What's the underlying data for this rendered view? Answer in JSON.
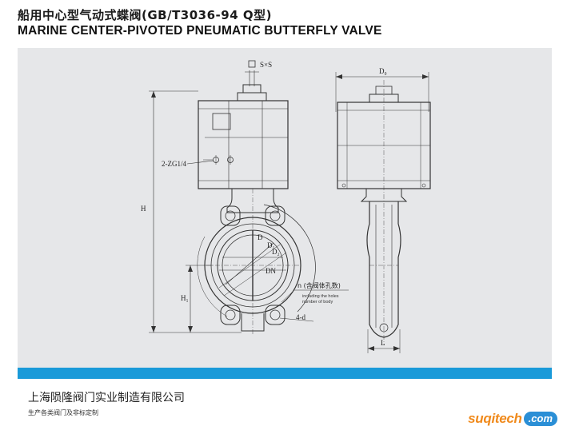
{
  "header": {
    "title_cn": "船用中心型气动式蝶阀(GB/T3036-94 Q型)",
    "title_en": "MARINE CENTER-PIVOTED PNEUMATIC BUTTERFLY VALVE"
  },
  "drawing": {
    "labels": {
      "square_shaft": "S×S",
      "port": "2-ZG1/4",
      "height": "H",
      "height_center": "H₁",
      "diameter_d": "D",
      "diameter_d1": "D₁",
      "diameter_d2": "D₂",
      "nominal": "DN",
      "holes_n": "n (含阀体孔数)",
      "holes_note_1": "including the holes",
      "holes_note_2": "number of body",
      "bolts": "4-d",
      "actuator_width": "D₀",
      "length": "L"
    }
  },
  "footer": {
    "company": "上海陨隆阀门实业制造有限公司",
    "slogan": "生产各类阀门及非标定制",
    "brand_name": "suqitech",
    "brand_domain": ".com"
  },
  "colors": {
    "panel": "#e6e7e9",
    "blue_bar": "#1a9ad9",
    "brand_orange": "#f08a1c",
    "brand_blue": "#2b8fd6"
  }
}
